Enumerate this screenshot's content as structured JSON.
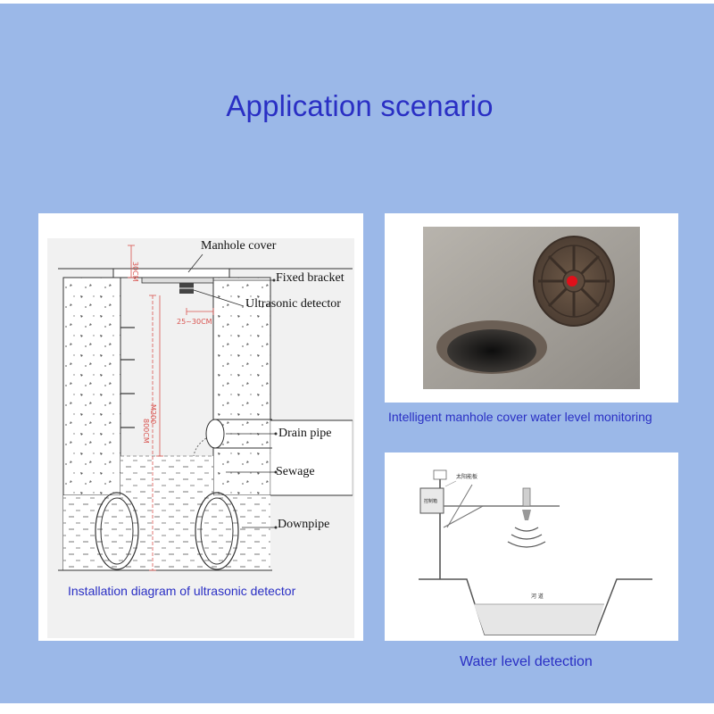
{
  "title": "Application scenario",
  "installation_diagram": {
    "labels": {
      "manhole_cover": "Manhole cover",
      "fixed_bracket": "Fixed bracket",
      "ultrasonic_detector": "Ultrasonic detector",
      "drain_pipe": "Drain pipe",
      "sewage": "Sewage",
      "downpipe": "Downpipe"
    },
    "dimensions": {
      "top_gap": "30CM",
      "offset": "25~30CM",
      "depth_outer": "800CM",
      "depth_inner": "M200"
    },
    "caption": "Installation diagram of ultrasonic detector"
  },
  "manhole_photo": {
    "caption": "Intelligent manhole cover water level monitoring"
  },
  "water_level": {
    "labels": {
      "solar_panel": "太阳能板",
      "control_box": "控制箱",
      "river": "河 道"
    },
    "caption": "Water level detection"
  },
  "colors": {
    "background": "#9bb8e8",
    "title": "#2a2fc4",
    "dimension_red": "#d9534f"
  }
}
